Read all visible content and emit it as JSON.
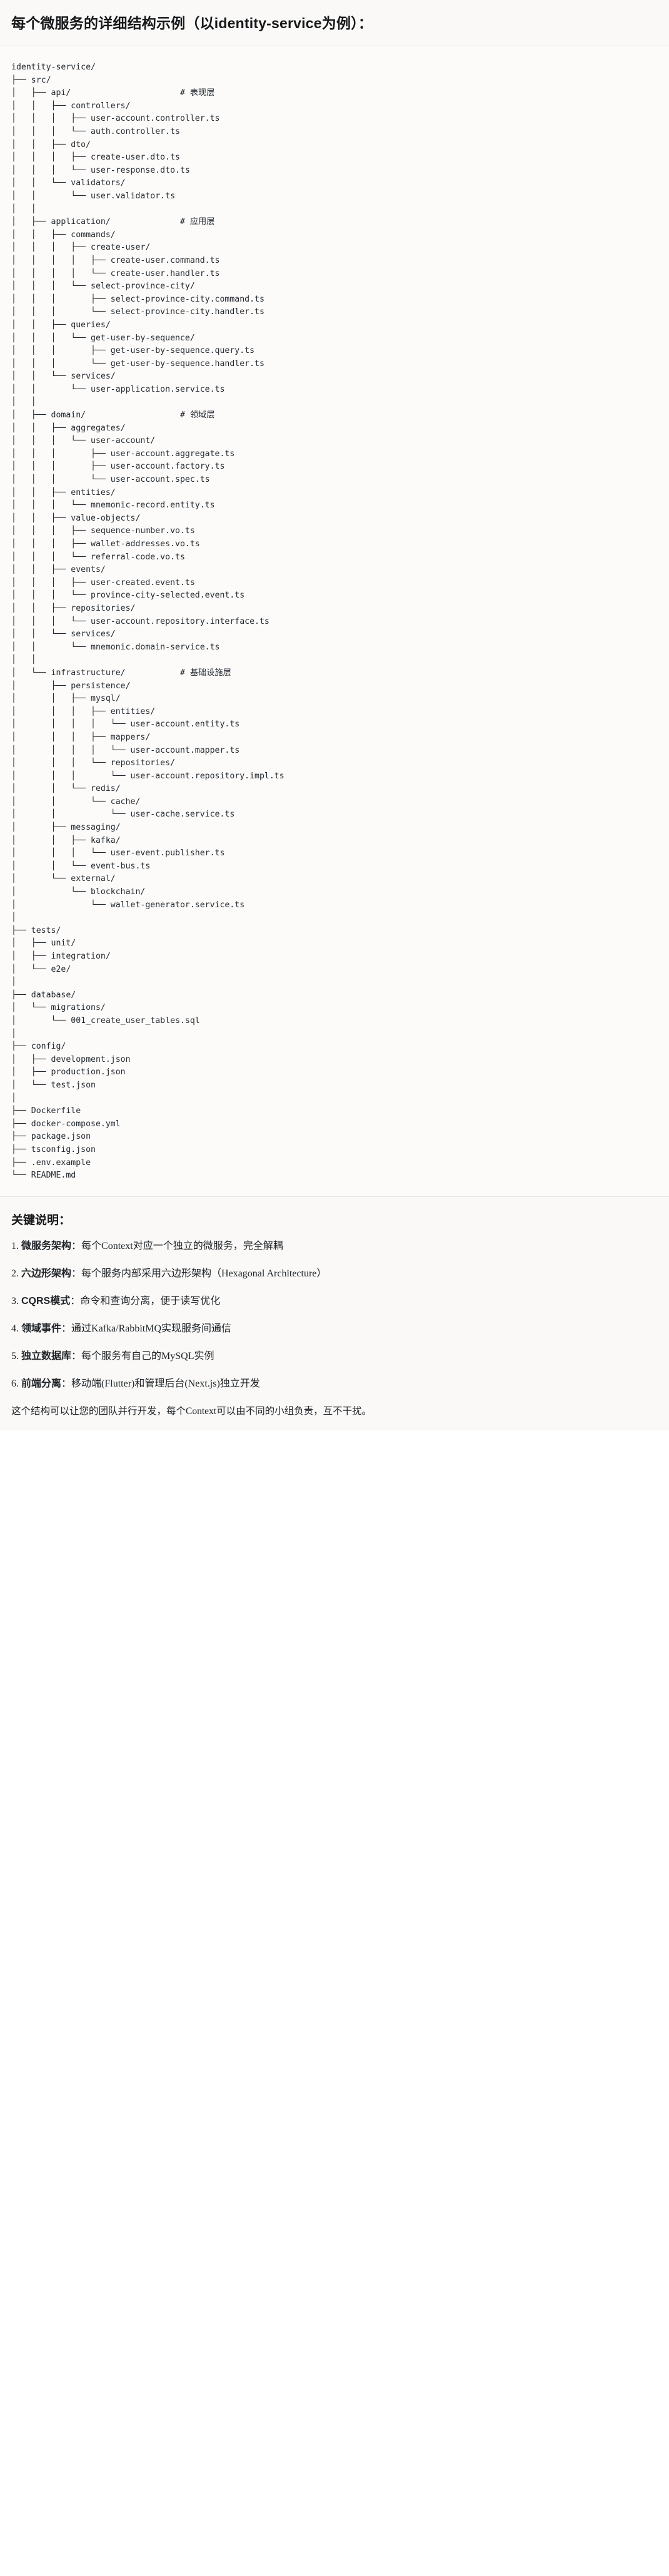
{
  "header": {
    "title": "每个微服务的详细结构示例（以identity-service为例）："
  },
  "tree": {
    "root": "identity-service/",
    "text": "identity-service/\n├── src/\n│   ├── api/                      # 表现层\n│   │   ├── controllers/\n│   │   │   ├── user-account.controller.ts\n│   │   │   └── auth.controller.ts\n│   │   ├── dto/\n│   │   │   ├── create-user.dto.ts\n│   │   │   └── user-response.dto.ts\n│   │   └── validators/\n│   │       └── user.validator.ts\n│   │\n│   ├── application/              # 应用层\n│   │   ├── commands/\n│   │   │   ├── create-user/\n│   │   │   │   ├── create-user.command.ts\n│   │   │   │   └── create-user.handler.ts\n│   │   │   └── select-province-city/\n│   │   │       ├── select-province-city.command.ts\n│   │   │       └── select-province-city.handler.ts\n│   │   ├── queries/\n│   │   │   └── get-user-by-sequence/\n│   │   │       ├── get-user-by-sequence.query.ts\n│   │   │       └── get-user-by-sequence.handler.ts\n│   │   └── services/\n│   │       └── user-application.service.ts\n│   │\n│   ├── domain/                   # 领域层\n│   │   ├── aggregates/\n│   │   │   └── user-account/\n│   │   │       ├── user-account.aggregate.ts\n│   │   │       ├── user-account.factory.ts\n│   │   │       └── user-account.spec.ts\n│   │   ├── entities/\n│   │   │   └── mnemonic-record.entity.ts\n│   │   ├── value-objects/\n│   │   │   ├── sequence-number.vo.ts\n│   │   │   ├── wallet-addresses.vo.ts\n│   │   │   └── referral-code.vo.ts\n│   │   ├── events/\n│   │   │   ├── user-created.event.ts\n│   │   │   └── province-city-selected.event.ts\n│   │   ├── repositories/\n│   │   │   └── user-account.repository.interface.ts\n│   │   └── services/\n│   │       └── mnemonic.domain-service.ts\n│   │\n│   └── infrastructure/           # 基础设施层\n│       ├── persistence/\n│       │   ├── mysql/\n│       │   │   ├── entities/\n│       │   │   │   └── user-account.entity.ts\n│       │   │   ├── mappers/\n│       │   │   │   └── user-account.mapper.ts\n│       │   │   └── repositories/\n│       │   │       └── user-account.repository.impl.ts\n│       │   └── redis/\n│       │       └── cache/\n│       │           └── user-cache.service.ts\n│       ├── messaging/\n│       │   ├── kafka/\n│       │   │   └── user-event.publisher.ts\n│       │   └── event-bus.ts\n│       └── external/\n│           └── blockchain/\n│               └── wallet-generator.service.ts\n│\n├── tests/\n│   ├── unit/\n│   ├── integration/\n│   └── e2e/\n│\n├── database/\n│   └── migrations/\n│       └── 001_create_user_tables.sql\n│\n├── config/\n│   ├── development.json\n│   ├── production.json\n│   └── test.json\n│\n├── Dockerfile\n├── docker-compose.yml\n├── package.json\n├── tsconfig.json\n├── .env.example\n└── README.md"
  },
  "notes": {
    "title": "关键说明：",
    "items": [
      {
        "term": "微服务架构",
        "sep": "：",
        "desc": "每个Context对应一个独立的微服务，完全解耦"
      },
      {
        "term": "六边形架构",
        "sep": "：",
        "desc": "每个服务内部采用六边形架构（Hexagonal Architecture）"
      },
      {
        "term": "CQRS模式",
        "sep": "：",
        "desc": "命令和查询分离，便于读写优化"
      },
      {
        "term": "领域事件",
        "sep": "：",
        "desc": "通过Kafka/RabbitMQ实现服务间通信"
      },
      {
        "term": "独立数据库",
        "sep": "：",
        "desc": "每个服务有自己的MySQL实例"
      },
      {
        "term": "前端分离",
        "sep": "：",
        "desc": "移动端(Flutter)和管理后台(Next.js)独立开发"
      }
    ],
    "closing": "这个结构可以让您的团队并行开发，每个Context可以由不同的小组负责，互不干扰。"
  }
}
